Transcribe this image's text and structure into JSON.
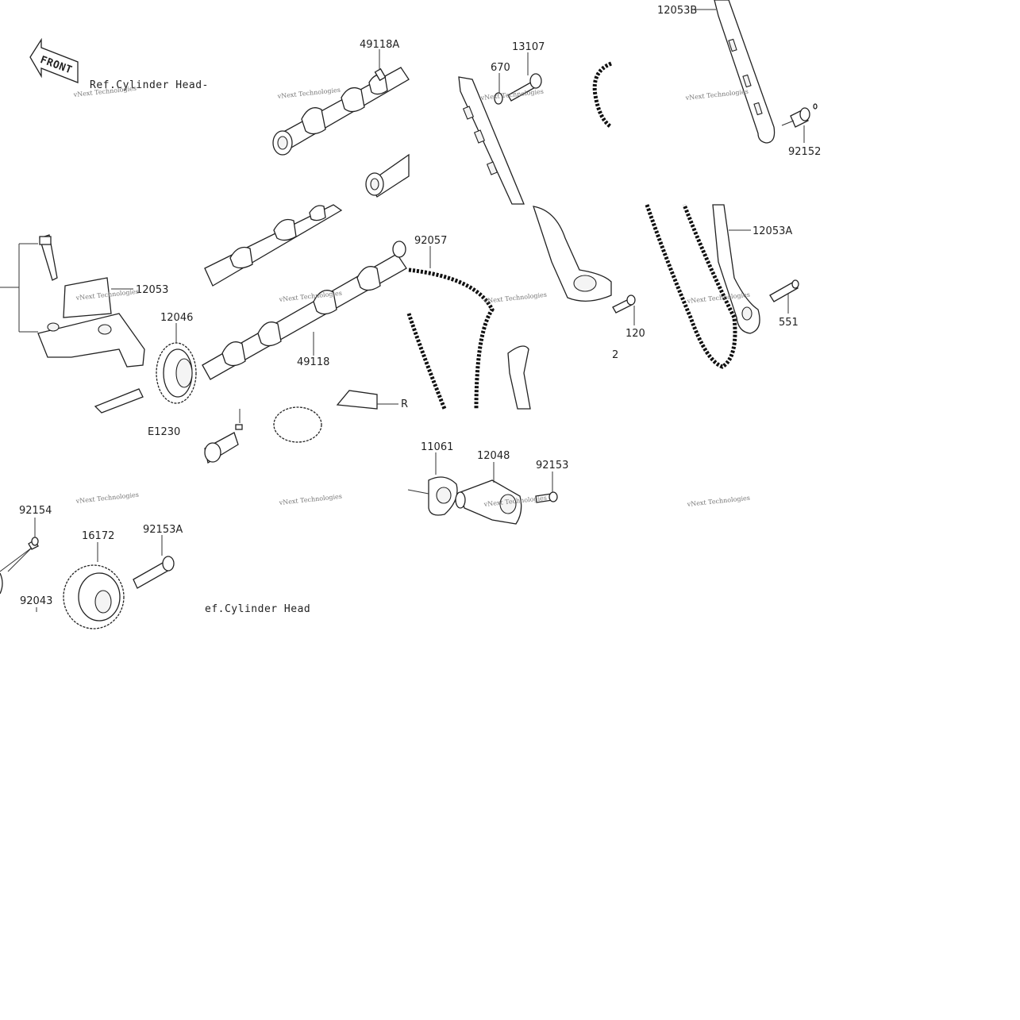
{
  "labels": {
    "l_12053B": "12053B",
    "l_49118A": "49118A",
    "l_13107": "13107",
    "l_670": "670",
    "l_92152": "92152",
    "l_12053": "12053",
    "l_12046": "12046",
    "l_92057": "92057",
    "l_12053A": "12053A",
    "l_49118": "49118",
    "l_120": "120",
    "l_551": "551",
    "l_2": "2",
    "l_E1230": "E1230",
    "l_R": "R",
    "l_11061": "11061",
    "l_12048": "12048",
    "l_92153": "92153",
    "l_92154": "92154",
    "l_16172": "16172",
    "l_92153A": "92153A",
    "l_92043": "92043"
  },
  "refs": {
    "ref_top": "Ref.Cylinder Head-",
    "ref_bottom": "ef.Cylinder Head"
  },
  "front_mark": "FRONT",
  "watermark": "vNext Technologies"
}
